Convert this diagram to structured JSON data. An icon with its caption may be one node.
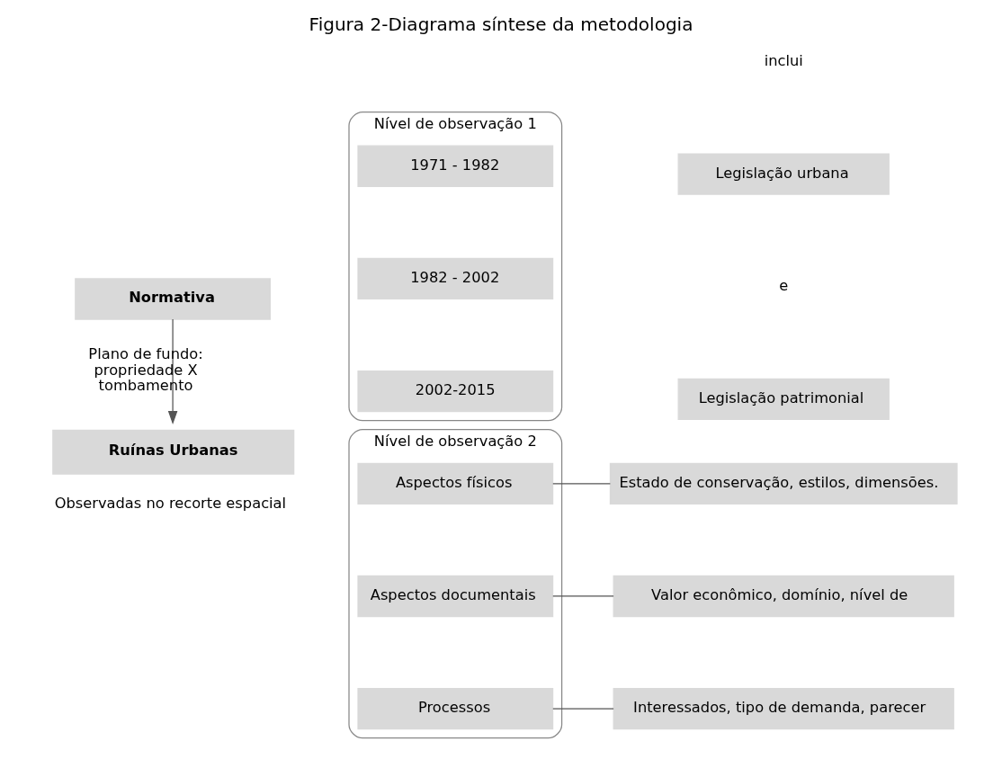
{
  "diagram": {
    "title": "Figura 2-Diagrama síntese da metodologia",
    "nodes": [
      {
        "text": [
          "Normativa"
        ]
      },
      {
        "text": [
          "Nível de observação 1"
        ]
      },
      {
        "text": [
          "1971 - 1982"
        ],
        "in": 1
      },
      {
        "text": [
          "1982 - 2002"
        ],
        "in": 1
      },
      {
        "text": [
          "2002-2015"
        ],
        "in": 1
      },
      {
        "text": [
          "Legislação urbana"
        ]
      },
      {
        "text": [
          "Legislação patrimonial"
        ]
      },
      {
        "text": [
          "Ruínas Urbanas"
        ],
        "beside": [
          "Observadas no recorte espacial"
        ]
      },
      {
        "text": [
          "Nível de observação 2"
        ]
      },
      {
        "text": [
          "Aspectos físicos"
        ],
        "in": 8
      },
      {
        "text": [
          "Aspectos documentais"
        ],
        "in": 8
      },
      {
        "text": [
          "Processos"
        ],
        "in": 8
      },
      {
        "text": [
          "Estado de conservação, estilos, dimensões."
        ]
      },
      {
        "text": [
          "Valor econômico, domínio, nível de"
        ]
      },
      {
        "text": [
          "Interessados, tipo de demanda, parecer"
        ]
      }
    ],
    "edges": [
      {
        "from": 0,
        "to": 7,
        "arrow": "to",
        "label": "Plano de fundo: propriedade X tombamento"
      },
      {
        "from": 9,
        "to": 12,
        "arrow": "none"
      },
      {
        "from": 10,
        "to": 13,
        "arrow": "none"
      },
      {
        "from": 11,
        "to": 14,
        "arrow": "none"
      }
    ],
    "labels": [
      "inclui",
      "e"
    ]
  }
}
